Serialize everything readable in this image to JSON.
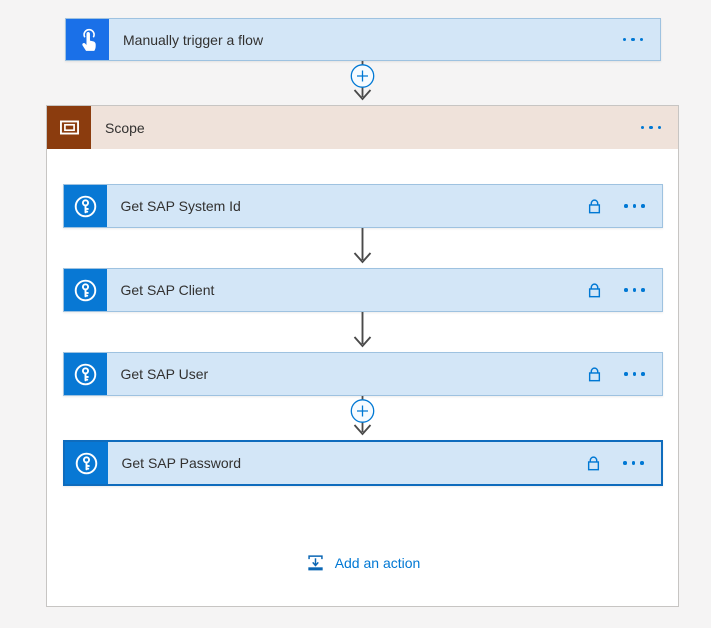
{
  "trigger": {
    "title": "Manually trigger a flow"
  },
  "scope": {
    "title": "Scope"
  },
  "actions": [
    {
      "title": "Get SAP System Id",
      "connector_before": "none",
      "locked": true,
      "selected": false
    },
    {
      "title": "Get SAP Client",
      "connector_before": "arrow",
      "locked": true,
      "selected": false
    },
    {
      "title": "Get SAP User",
      "connector_before": "arrow",
      "locked": true,
      "selected": false
    },
    {
      "title": "Get SAP Password",
      "connector_before": "plus",
      "locked": true,
      "selected": true
    }
  ],
  "add_action": {
    "label": "Add an action"
  },
  "icons": {
    "trigger": "tap-icon",
    "scope": "scope-frame-icon",
    "action": "key-vault-icon",
    "lock": "lock-icon",
    "menu": "more-options-icon",
    "insert_step": "plus-circle-icon",
    "flow_link": "down-arrow-icon",
    "add_action": "add-action-icon"
  },
  "colors": {
    "page_bg": "#f5f4f4",
    "accent": "#0078d4",
    "card_bg": "#d3e6f7",
    "card_border": "#9ec2e0",
    "selected_border": "#0f6cbd",
    "trigger_icon_bg": "#1a70e8",
    "action_icon_bg": "#0878d4",
    "scope_icon_bg": "#8b3c0e",
    "scope_header_bg": "#efe2da",
    "scope_border": "#c7c5c3",
    "connector_gray": "#4a4a4a",
    "title_color": "#323130"
  }
}
